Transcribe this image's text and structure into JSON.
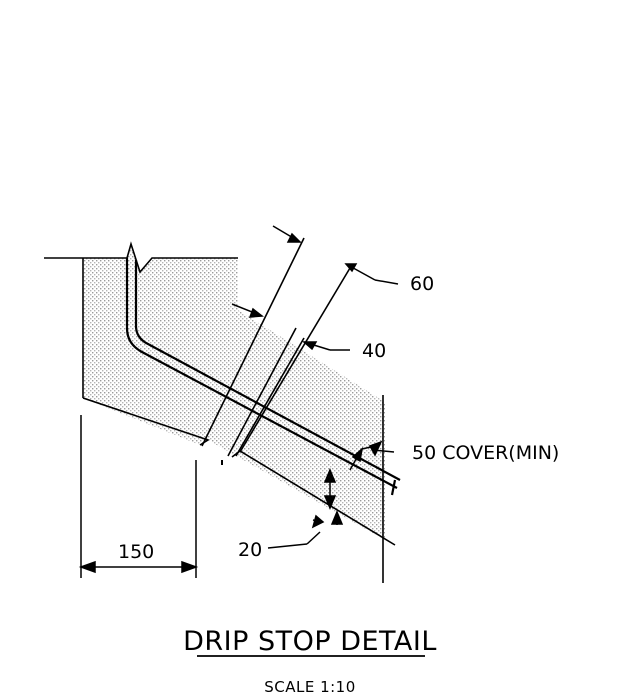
{
  "dimensions": {
    "dim_60": "60",
    "dim_40": "40",
    "cover": "50 COVER(MIN)",
    "dim_20": "20",
    "dim_150": "150"
  },
  "title": "DRIP STOP DETAIL",
  "scale": "SCALE 1:10",
  "colors": {
    "line": "#000000",
    "concrete_fill": "#d9d9d9",
    "background": "#ffffff"
  }
}
